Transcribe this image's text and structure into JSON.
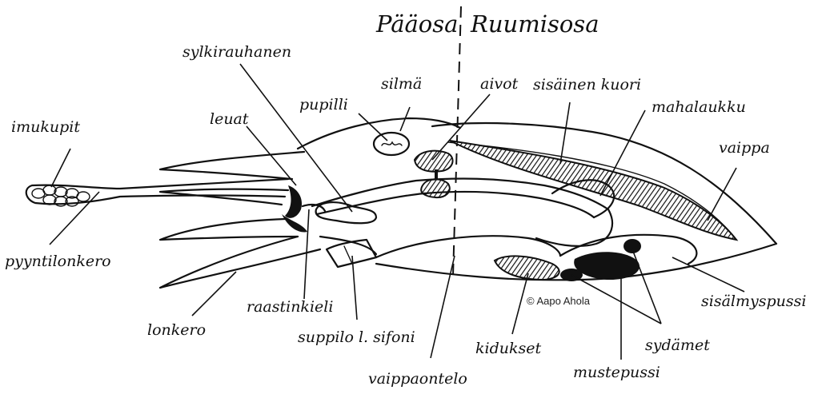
{
  "header": {
    "left": "Pääosa",
    "right": "Ruumisosa"
  },
  "labels": {
    "imukupit": "imukupit",
    "pyyntilonkero": "pyyntilonkero",
    "leuat": "leuat",
    "sylkirauhanen": "sylkirauhanen",
    "pupilli": "pupilli",
    "silma": "silmä",
    "aivot": "aivot",
    "sisainen_kuori": "sisäinen kuori",
    "mahalaukku": "mahalaukku",
    "vaippa": "vaippa",
    "sisalmyspussi": "sisälmyspussi",
    "lonkero": "lonkero",
    "raastinkieli": "raastinkieli",
    "suppilo": "suppilo l. sifoni",
    "vaippaontelo": "vaippaontelo",
    "kidukset": "kidukset",
    "sydamet": "sydämet",
    "mustepussi": "mustepussi"
  },
  "copyright": "© Aapo Ahola",
  "colors": {
    "ink": "#111111",
    "paper": "#ffffff"
  }
}
